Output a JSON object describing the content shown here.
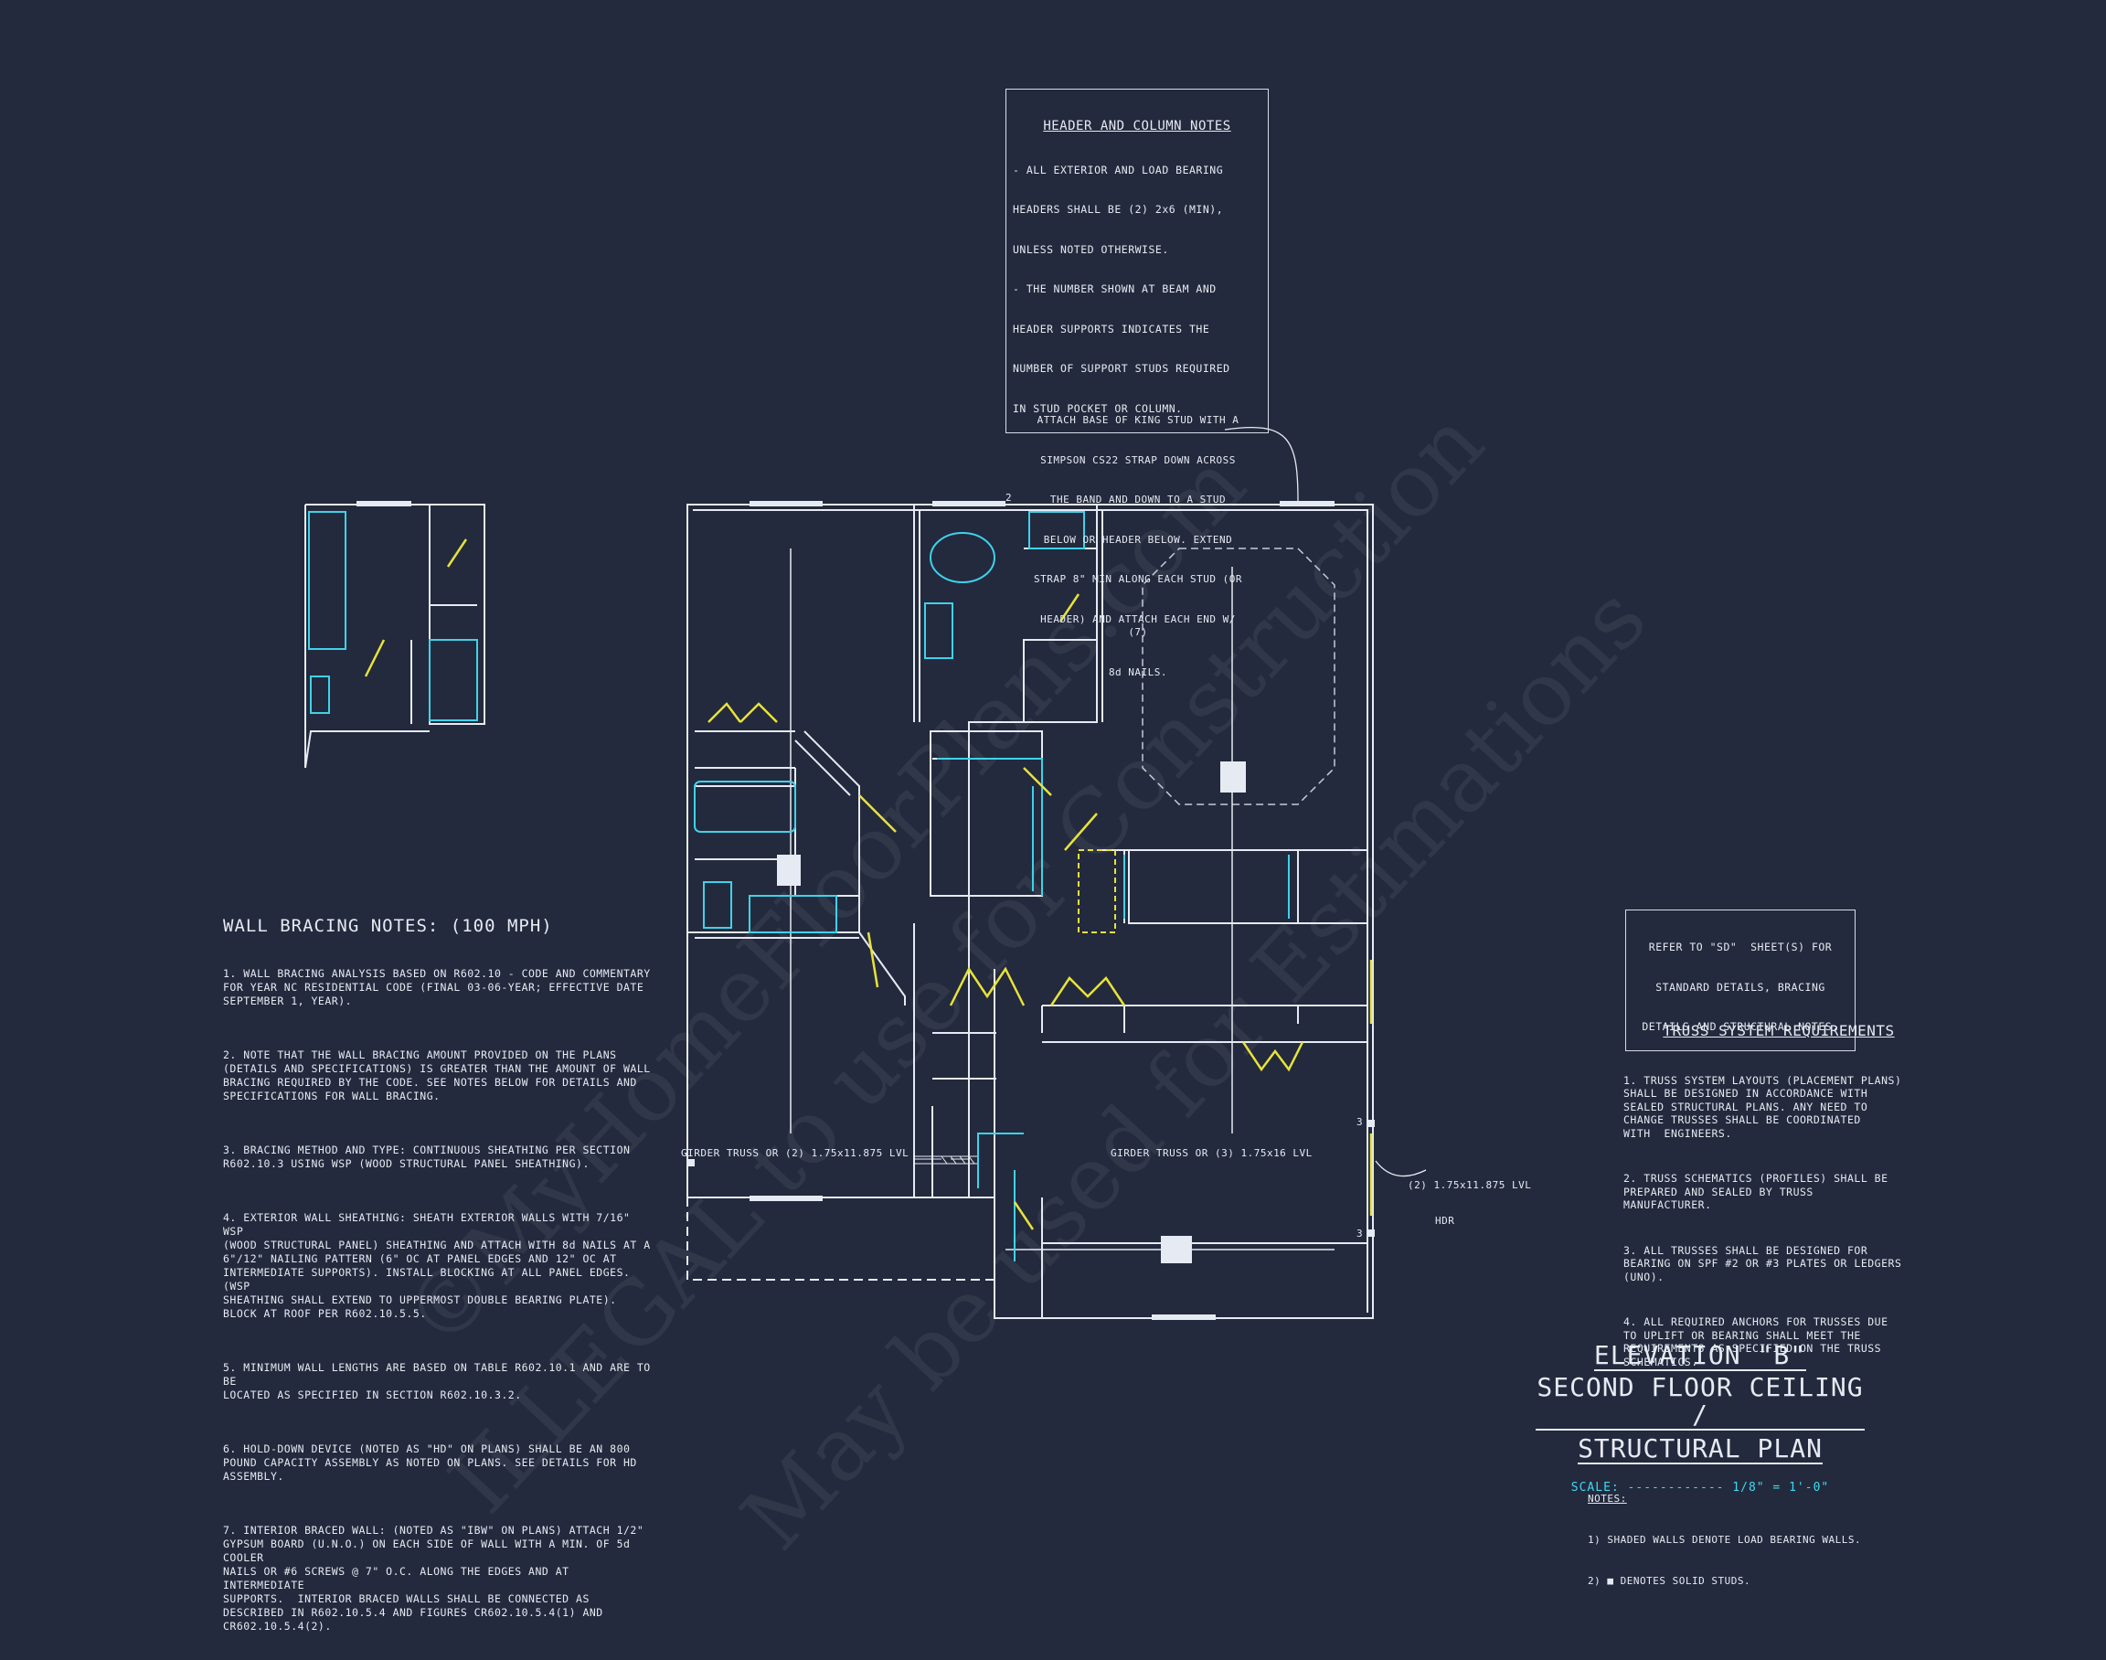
{
  "header_column_notes": {
    "title": "HEADER AND COLUMN NOTES",
    "lines": [
      "- ALL EXTERIOR AND LOAD BEARING",
      "HEADERS SHALL BE (2) 2x6 (MIN),",
      "UNLESS NOTED OTHERWISE.",
      "- THE NUMBER SHOWN AT BEAM AND",
      "HEADER SUPPORTS INDICATES THE",
      "NUMBER OF SUPPORT STUDS REQUIRED",
      "IN STUD POCKET OR COLUMN."
    ]
  },
  "strap_note": {
    "lines": [
      "ATTACH BASE OF KING STUD WITH A",
      "SIMPSON CS22 STRAP DOWN ACROSS",
      "THE BAND AND DOWN TO A STUD",
      "BELOW OR HEADER BELOW. EXTEND",
      "STRAP 8\" MIN ALONG EACH STUD (OR",
      "HEADER) AND ATTACH EACH END W/ (7)",
      "8d NAILS."
    ]
  },
  "wall_bracing": {
    "title": "WALL BRACING NOTES: (100 MPH)",
    "items": [
      "1. WALL BRACING ANALYSIS BASED ON R602.10 - CODE AND COMMENTARY\nFOR YEAR NC RESIDENTIAL CODE (FINAL 03-06-YEAR; EFFECTIVE DATE\nSEPTEMBER 1, YEAR).",
      "2. NOTE THAT THE WALL BRACING AMOUNT PROVIDED ON THE PLANS\n(DETAILS AND SPECIFICATIONS) IS GREATER THAN THE AMOUNT OF WALL\nBRACING REQUIRED BY THE CODE. SEE NOTES BELOW FOR DETAILS AND\nSPECIFICATIONS FOR WALL BRACING.",
      "3. BRACING METHOD AND TYPE: CONTINUOUS SHEATHING PER SECTION\nR602.10.3 USING WSP (WOOD STRUCTURAL PANEL SHEATHING).",
      "4. EXTERIOR WALL SHEATHING: SHEATH EXTERIOR WALLS WITH 7/16\" WSP\n(WOOD STRUCTURAL PANEL) SHEATHING AND ATTACH WITH 8d NAILS AT A\n6\"/12\" NAILING PATTERN (6\" OC AT PANEL EDGES AND 12\" OC AT\nINTERMEDIATE SUPPORTS). INSTALL BLOCKING AT ALL PANEL EDGES. (WSP\nSHEATHING SHALL EXTEND TO UPPERMOST DOUBLE BEARING PLATE).\nBLOCK AT ROOF PER R602.10.5.5.",
      "5. MINIMUM WALL LENGTHS ARE BASED ON TABLE R602.10.1 AND ARE TO BE\nLOCATED AS SPECIFIED IN SECTION R602.10.3.2.",
      "6. HOLD-DOWN DEVICE (NOTED AS \"HD\" ON PLANS) SHALL BE AN 800\nPOUND CAPACITY ASSEMBLY AS NOTED ON PLANS. SEE DETAILS FOR HD\nASSEMBLY.",
      "7. INTERIOR BRACED WALL: (NOTED AS \"IBW\" ON PLANS) ATTACH 1/2\"\nGYPSUM BOARD (U.N.O.) ON EACH SIDE OF WALL WITH A MIN. OF 5d COOLER\nNAILS OR #6 SCREWS @ 7\" O.C. ALONG THE EDGES AND AT INTERMEDIATE\nSUPPORTS.  INTERIOR BRACED WALLS SHALL BE CONNECTED AS\nDESCRIBED IN R602.10.5.4 AND FIGURES CR602.10.5.4(1) AND CR602.10.5.4(2)."
    ]
  },
  "refer_note": {
    "lines": [
      "REFER TO \"SD\"  SHEET(S) FOR",
      "STANDARD DETAILS, BRACING",
      "DETAILS AND STRUCTURAL NOTES."
    ]
  },
  "truss": {
    "title": "TRUSS SYSTEM REQUIREMENTS",
    "items": [
      "1. TRUSS SYSTEM LAYOUTS (PLACEMENT PLANS)\nSHALL BE DESIGNED IN ACCORDANCE WITH\nSEALED STRUCTURAL PLANS. ANY NEED TO\nCHANGE TRUSSES SHALL BE COORDINATED\nWITH  ENGINEERS.",
      "2. TRUSS SCHEMATICS (PROFILES) SHALL BE\nPREPARED AND SEALED BY TRUSS\nMANUFACTURER.",
      "3. ALL TRUSSES SHALL BE DESIGNED FOR\nBEARING ON SPF #2 OR #3 PLATES OR LEDGERS\n(UNO).",
      "4. ALL REQUIRED ANCHORS FOR TRUSSES DUE\nTO UPLIFT OR BEARING SHALL MEET THE\nREQUIREMENTS AS SPECIFIED ON THE TRUSS\nSCHEMATICS."
    ]
  },
  "plan_labels": {
    "girder_left": "GIRDER TRUSS OR (2) 1.75x11.875 LVL",
    "girder_right": "GIRDER TRUSS OR (3) 1.75x16 LVL",
    "hdr_1": "(2) 1.75x11.875 LVL",
    "hdr_2": "HDR",
    "stud_count_top": "2",
    "stud_count_right_1": "3",
    "stud_count_right_2": "3"
  },
  "title_block": {
    "line1": "ELEVATION \"B\"",
    "line2": "SECOND FLOOR CEILING /",
    "line3": "STRUCTURAL PLAN",
    "scale": "SCALE: ------------ 1/8\" = 1'-0\""
  },
  "notes": {
    "title": "NOTES:",
    "items": [
      "1) SHADED WALLS DENOTE LOAD BEARING WALLS.",
      "2) ■ DENOTES SOLID STUDS."
    ]
  },
  "watermarks": [
    "ILLEGAL to use for Construction",
    "May be used for Estimations",
    "©MyHomeFloorPlans.com"
  ],
  "colors": {
    "background": "#232a3d",
    "wall": "#e6eaf2",
    "fixture": "#3fd2ea",
    "door": "#e8e23a"
  }
}
